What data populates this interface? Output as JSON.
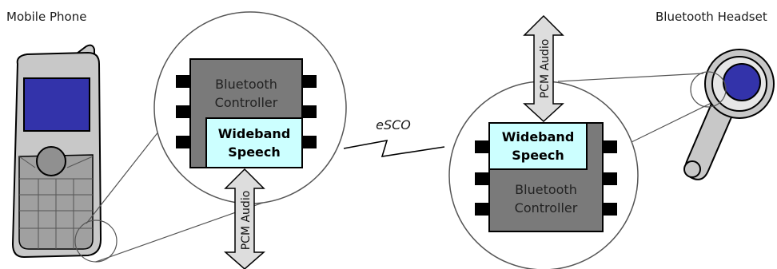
{
  "labels": {
    "mobile_phone": "Mobile Phone",
    "bluetooth_headset": "Bluetooth Headset",
    "link": "eSCO"
  },
  "phone_chip": {
    "controller_line1": "Bluetooth",
    "controller_line2": "Controller",
    "wideband_line1": "Wideband",
    "wideband_line2": "Speech",
    "pcm": "PCM Audio"
  },
  "headset_chip": {
    "controller_line1": "Bluetooth",
    "controller_line2": "Controller",
    "wideband_line1": "Wideband",
    "wideband_line2": "Speech",
    "pcm": "PCM Audio"
  },
  "colors": {
    "chip": "#7a7a7a",
    "wideband": "#ccffff",
    "screen": "#3333aa",
    "phone_body": "#c8c8c8",
    "headset_earpiece": "#3333aa"
  }
}
